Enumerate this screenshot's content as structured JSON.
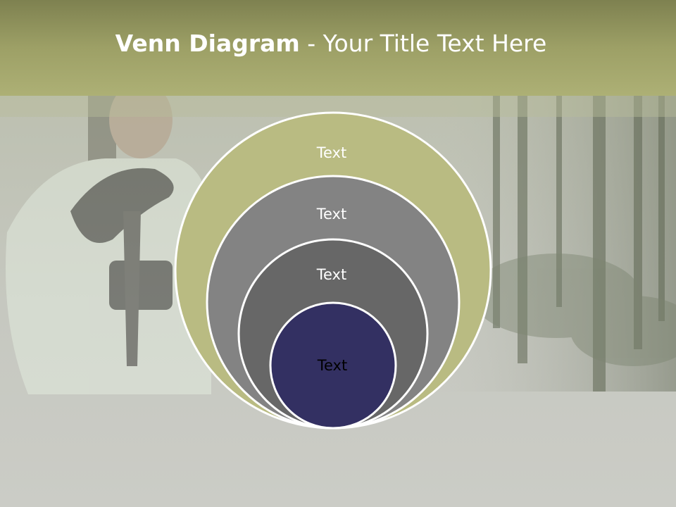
{
  "slide": {
    "title_bold": "Venn Diagram",
    "title_rest": " - Your Title Text Here"
  },
  "diagram": {
    "circles": [
      {
        "label": "Text",
        "fill": "#b9bb82",
        "text_color": "#ffffff"
      },
      {
        "label": "Text",
        "fill": "#838383",
        "text_color": "#ffffff"
      },
      {
        "label": "Text",
        "fill": "#676767",
        "text_color": "#ffffff"
      },
      {
        "label": "Text",
        "fill": "#333062",
        "text_color": "#000000"
      }
    ],
    "outline_color": "#ffffff"
  },
  "colors": {
    "title_band": "#a3a56c",
    "background": "#c9cac4"
  }
}
